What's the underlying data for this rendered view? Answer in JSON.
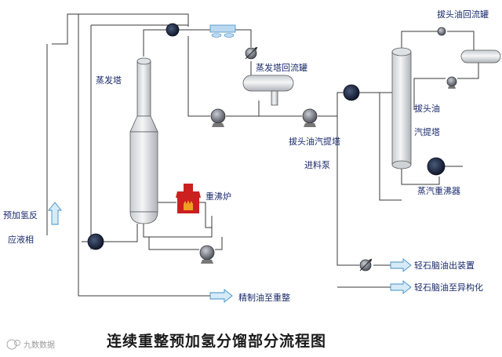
{
  "colors": {
    "pipe": "#3a3a3a",
    "vessel_fill": "#e8eaec",
    "vessel_stroke": "#5a5a5a",
    "arrow_fill": "#d6ebf7",
    "arrow_stroke": "#3f8fc7",
    "furnace": "#cc1f1f",
    "pump": "#555a66",
    "cooler": "#1b2440",
    "label": "#1a2a6c"
  },
  "labels": {
    "evaporator_tower": "蒸发塔",
    "evaporator_reflux_tank": "蒸发塔回流罐",
    "stripper_reflux_tank": "拔头油回流罐",
    "stripper_line1": "拔头油",
    "stripper_line2": "汽提塔",
    "stripper_feed_left": "拔头油汽提塔",
    "feed_pump": "进料泵",
    "reboiler_furnace": "重沸炉",
    "steam_reboiler": "蒸汽重沸器",
    "prehydro_line1": "预加氢反",
    "prehydro_line2": "应液相",
    "refined_oil": "精制油至重整",
    "light_naphtha_out": "轻石脑油出装置",
    "light_naphtha_iso": "轻石脑油至异构化"
  },
  "title": "连续重整预加氢分馏部分流程图",
  "watermark": "九数数据"
}
